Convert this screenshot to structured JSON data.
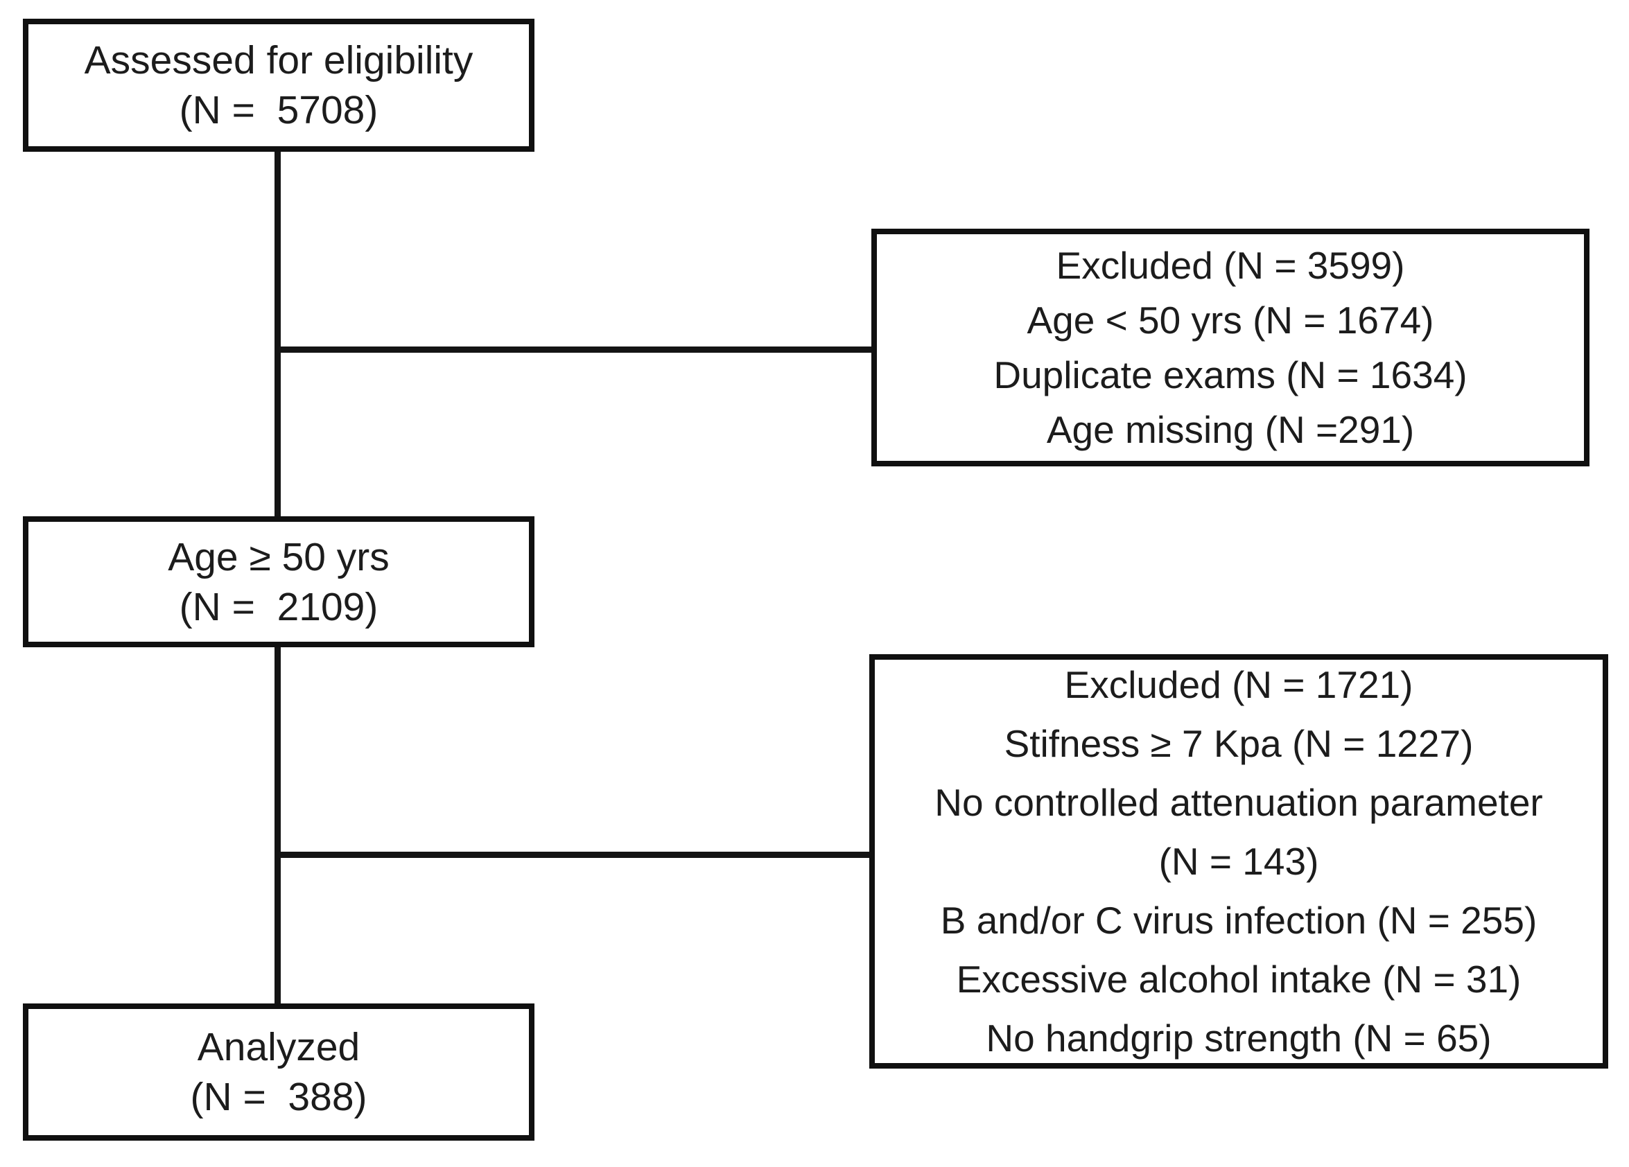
{
  "diagram": {
    "type": "participant-flow-diagram",
    "colors": {
      "background": "#ffffff",
      "box_border": "#101010",
      "text": "#1c1c1c",
      "connector": "#141414"
    },
    "boxes": {
      "assessed": {
        "lines": [
          "Assessed for eligibility",
          "(N =  5708)"
        ]
      },
      "excluded_first": {
        "lines": [
          "Excluded (N = 3599)",
          "Age < 50 yrs (N = 1674)",
          "Duplicate exams (N = 1634)",
          "Age missing (N =291)"
        ]
      },
      "age_50": {
        "lines": [
          "Age ≥ 50 yrs",
          "(N =  2109)"
        ]
      },
      "excluded_second": {
        "lines": [
          "Excluded (N = 1721)",
          "Stifness ≥ 7 Kpa (N = 1227)",
          "No controlled attenuation parameter",
          "(N = 143)",
          "B and/or C virus infection (N = 255)",
          "Excessive alcohol intake (N = 31)",
          "No handgrip strength (N = 65)"
        ]
      },
      "analyzed": {
        "lines": [
          "Analyzed",
          "(N =  388)"
        ]
      }
    }
  }
}
